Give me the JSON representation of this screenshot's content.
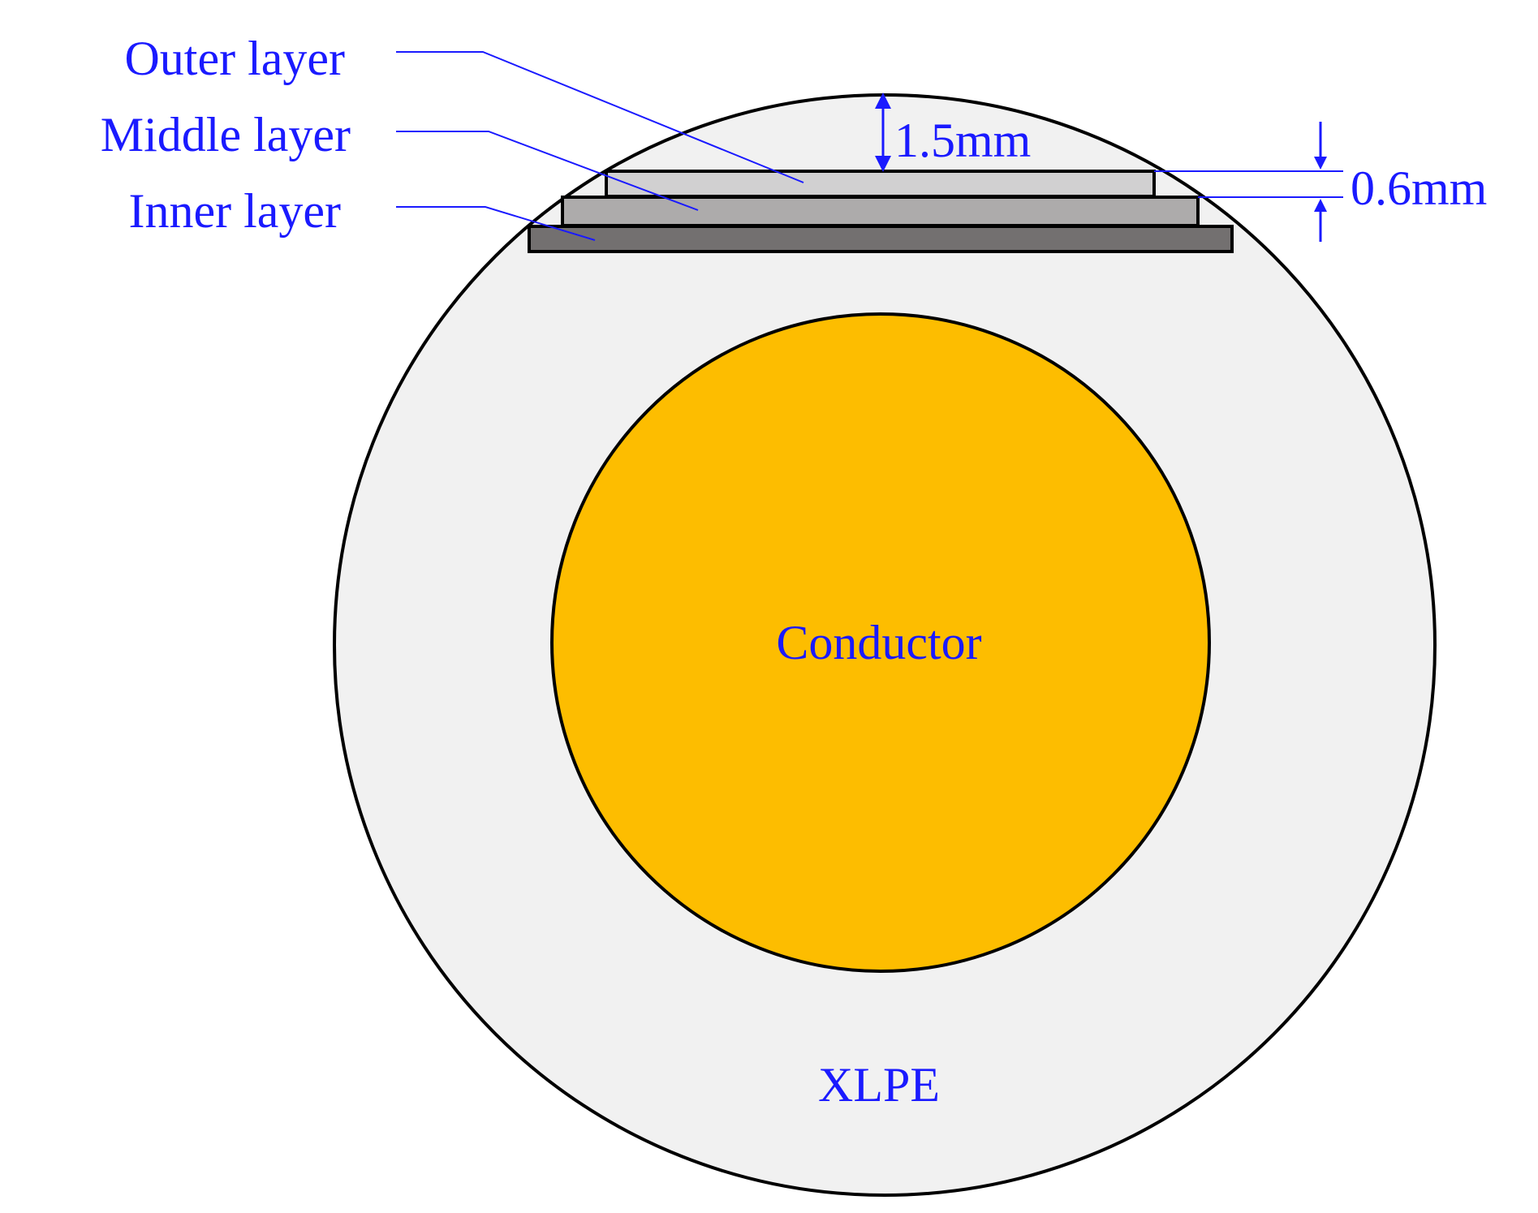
{
  "labels": {
    "outer_layer": "Outer layer",
    "middle_layer": "Middle layer",
    "inner_layer": "Inner layer",
    "conductor": "Conductor",
    "xlpe": "XLPE",
    "dim_gap": "1.5mm",
    "dim_thickness": "0.6mm"
  },
  "colors": {
    "text": "#1a1aff",
    "xlpe_fill": "#f1f1f1",
    "conductor_fill": "#fdbd00",
    "outer_layer_fill": "#d1d0d1",
    "middle_layer_fill": "#adabab",
    "inner_layer_fill": "#737070",
    "outline": "#000000"
  }
}
